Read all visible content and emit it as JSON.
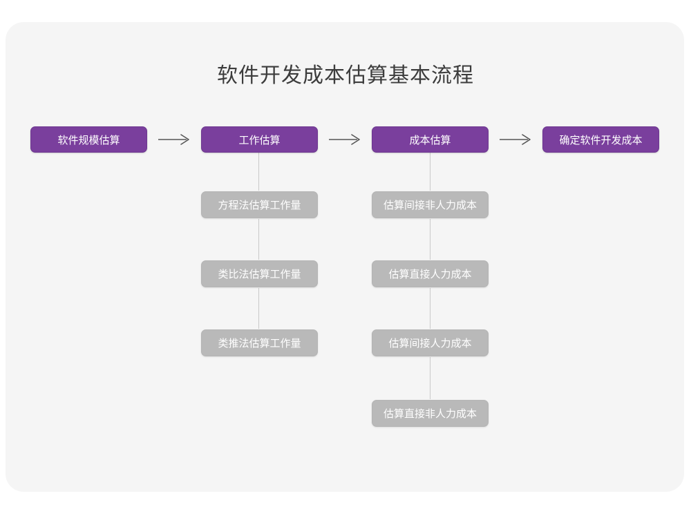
{
  "page": {
    "title": "软件开发成本估算基本流程",
    "background_color": "#ffffff",
    "card_color": "#f5f5f5"
  },
  "theme": {
    "primary_color": "#7a3f9d",
    "secondary_color": "#b9b9b9",
    "connector_color": "#c9c9c9",
    "arrow_color": "#555555",
    "title_color": "#3c3c3c",
    "node_text_color": "#ffffff"
  },
  "chart_data": {
    "type": "diagram",
    "title": "软件开发成本估算基本流程",
    "orientation": "left-to-right with vertical sub-chains",
    "main_flow": [
      "软件规模估算",
      "工作估算",
      "成本估算",
      "确定软件开发成本"
    ],
    "arrows": [
      {
        "from": "软件规模估算",
        "to": "工作估算",
        "style": "straight-arrow"
      },
      {
        "from": "工作估算",
        "to": "成本估算",
        "style": "straight-arrow"
      },
      {
        "from": "成本估算",
        "to": "确定软件开发成本",
        "style": "straight-arrow"
      }
    ],
    "sub_chains": [
      {
        "parent": "工作估算",
        "nodes": [
          "方程法估算工作量",
          "类比法估算工作量",
          "类推法估算工作量"
        ]
      },
      {
        "parent": "成本估算",
        "nodes": [
          "估算间接非人力成本",
          "估算直接人力成本",
          "估算间接人力成本",
          "估算直接非人力成本"
        ]
      }
    ]
  },
  "nodes": {
    "main": [
      {
        "id": "node-software-scale-estimation",
        "label": "软件规模估算"
      },
      {
        "id": "node-work-estimation",
        "label": "工作估算"
      },
      {
        "id": "node-cost-estimation",
        "label": "成本估算"
      },
      {
        "id": "node-determine-dev-cost",
        "label": "确定软件开发成本"
      }
    ],
    "work_branch": [
      {
        "id": "node-equation-method",
        "label": "方程法估算工作量"
      },
      {
        "id": "node-analogy-method",
        "label": "类比法估算工作量"
      },
      {
        "id": "node-inference-method",
        "label": "类推法估算工作量"
      }
    ],
    "cost_branch": [
      {
        "id": "node-indirect-nonlabor",
        "label": "估算间接非人力成本"
      },
      {
        "id": "node-direct-labor",
        "label": "估算直接人力成本"
      },
      {
        "id": "node-indirect-labor",
        "label": "估算间接人力成本"
      },
      {
        "id": "node-direct-nonlabor",
        "label": "估算直接非人力成本"
      }
    ]
  },
  "icons": {
    "arrow_1": "arrow-right-icon",
    "arrow_2": "arrow-right-icon",
    "arrow_3": "arrow-right-icon"
  }
}
